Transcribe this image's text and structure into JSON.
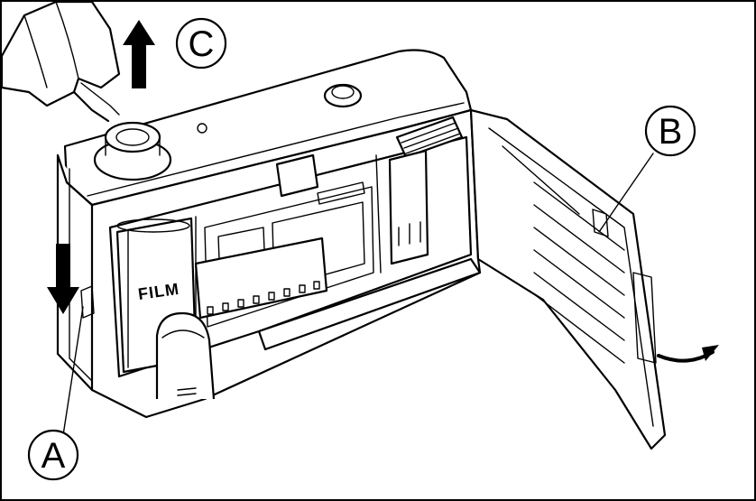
{
  "labels": {
    "film": "FILM",
    "callout_a": "A",
    "callout_b": "B",
    "callout_c": "C"
  },
  "colors": {
    "line": "#000000",
    "background": "#ffffff"
  }
}
